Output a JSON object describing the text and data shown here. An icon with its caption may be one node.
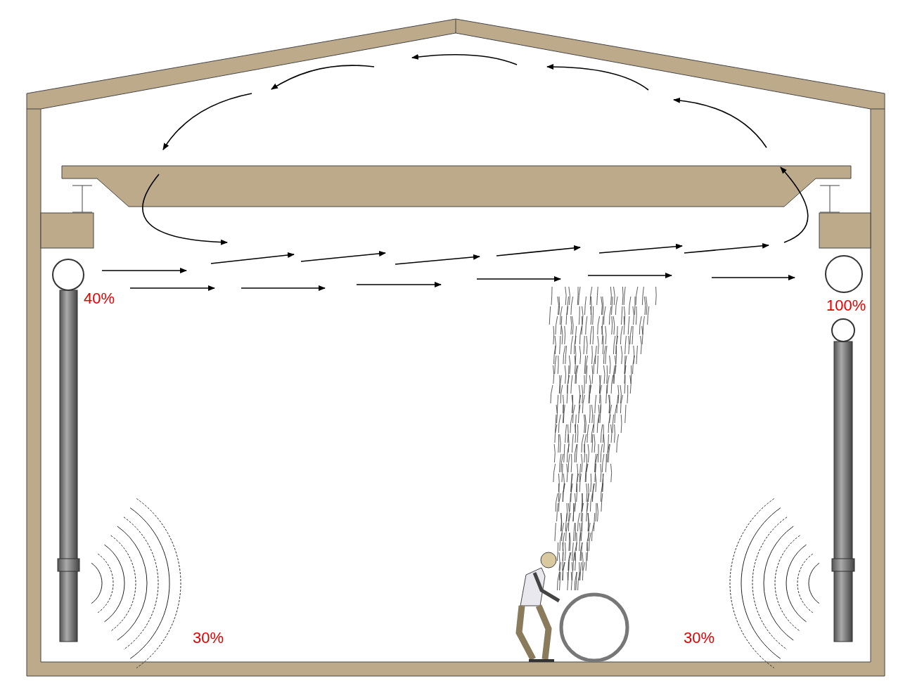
{
  "diagram": {
    "nodes": [
      {
        "text": [],
        "shape": "bar"
      }
    ],
    "labels": [
      "40%",
      "100%",
      "30%",
      "30%"
    ]
  }
}
